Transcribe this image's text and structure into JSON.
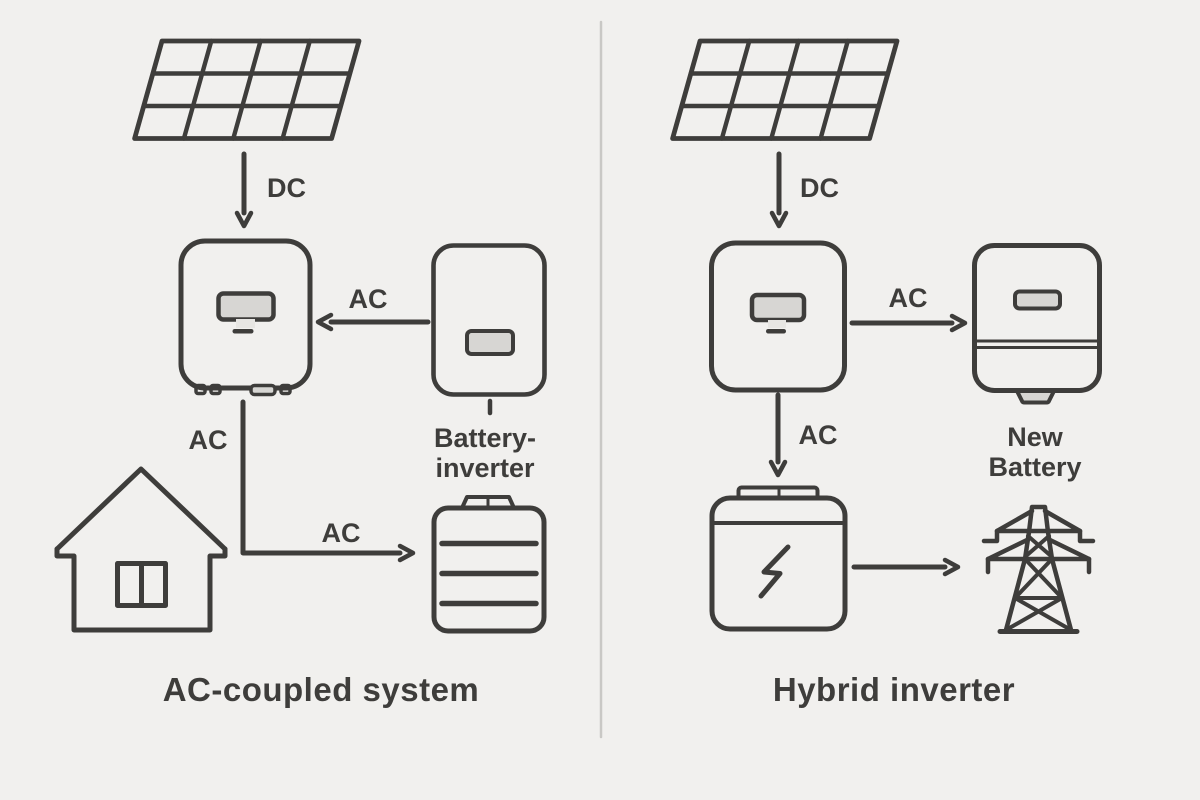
{
  "colors": {
    "background": "#f1f0ee",
    "stroke": "#3e3d3b",
    "screen_fill": "#d7d6d3",
    "screen_fill_light": "#e7e6e3",
    "divider": "#c9c8c5"
  },
  "left": {
    "caption": "AC-coupled system",
    "dc_label": "DC",
    "ac_label_inverter_input": "AC",
    "ac_label_inverter_output": "AC",
    "ac_label_to_battery": "AC",
    "battery_inverter_label_line1": "Battery-",
    "battery_inverter_label_line2": "inverter"
  },
  "right": {
    "caption": "Hybrid inverter",
    "dc_label": "DC",
    "ac_label_to_new_battery": "AC",
    "ac_label_to_storage_battery": "AC",
    "new_battery_label_line1": "New",
    "new_battery_label_line2": "Battery"
  }
}
